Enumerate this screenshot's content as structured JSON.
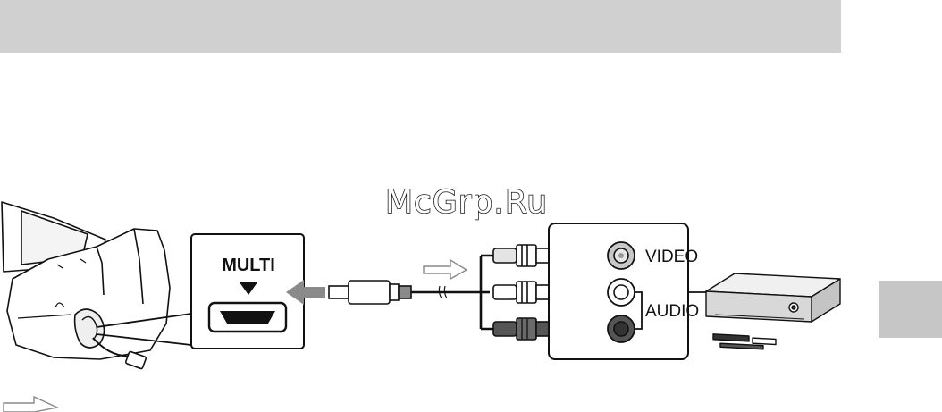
{
  "watermark": "McGrp.Ru",
  "port_label": "MULTI",
  "jacks": {
    "video": "VIDEO",
    "audio": "AUDIO"
  },
  "icons": [
    "camcorder-icon",
    "multi-port-icon",
    "av-cable-icon",
    "signal-flow-arrow-icon",
    "vcr-icon"
  ],
  "colors": {
    "header_bar": "#d0d0d0",
    "side_tab": "#c6c6c6",
    "plug_dark": "#555555",
    "line": "#111111"
  }
}
